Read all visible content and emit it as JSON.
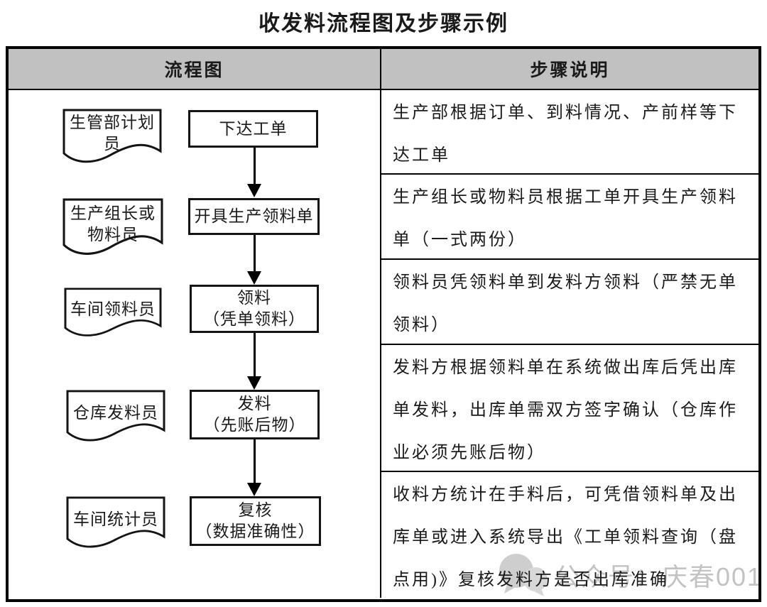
{
  "title": "收发料流程图及步骤示例",
  "table": {
    "header": {
      "flowchart_col": "流程图",
      "steps_col": "步骤说明"
    },
    "flowchart": {
      "steps": [
        {
          "role": "生管部计划员",
          "action": "下达工单",
          "action_sub": ""
        },
        {
          "role": "生产组长或物料员",
          "action": "开具生产领料单",
          "action_sub": ""
        },
        {
          "role": "车间领料员",
          "action": "领料",
          "action_sub": "（凭单领料）"
        },
        {
          "role": "仓库发料员",
          "action": "发料",
          "action_sub": "（先账后物）"
        },
        {
          "role": "车间统计员",
          "action": "复核",
          "action_sub": "（数据准确性）"
        }
      ]
    },
    "step_descriptions": [
      "生产部根据订单、到料情况、产前样等下达工单",
      "生产组长或物料员根据工单开具生产领料单（一式两份）",
      "领料员凭领料单到发料方领料（严禁无单领料）",
      "发料方根据领料单在系统做出库后凭出库单发料，出库单需双方签字确认（仓库作业必须先账后物）",
      "收料方统计在手料后，可凭借领料单及出库单或进入系统导出《工单领料查询（盘点用)》复核发料方是否出库准确"
    ]
  },
  "watermark": {
    "text": "公众号：庆春001",
    "icon": "chat-bubbles-icon"
  },
  "colors": {
    "header_bg": "#c1c1c1",
    "border": "#000000",
    "watermark_text": "#c3c3c3"
  }
}
